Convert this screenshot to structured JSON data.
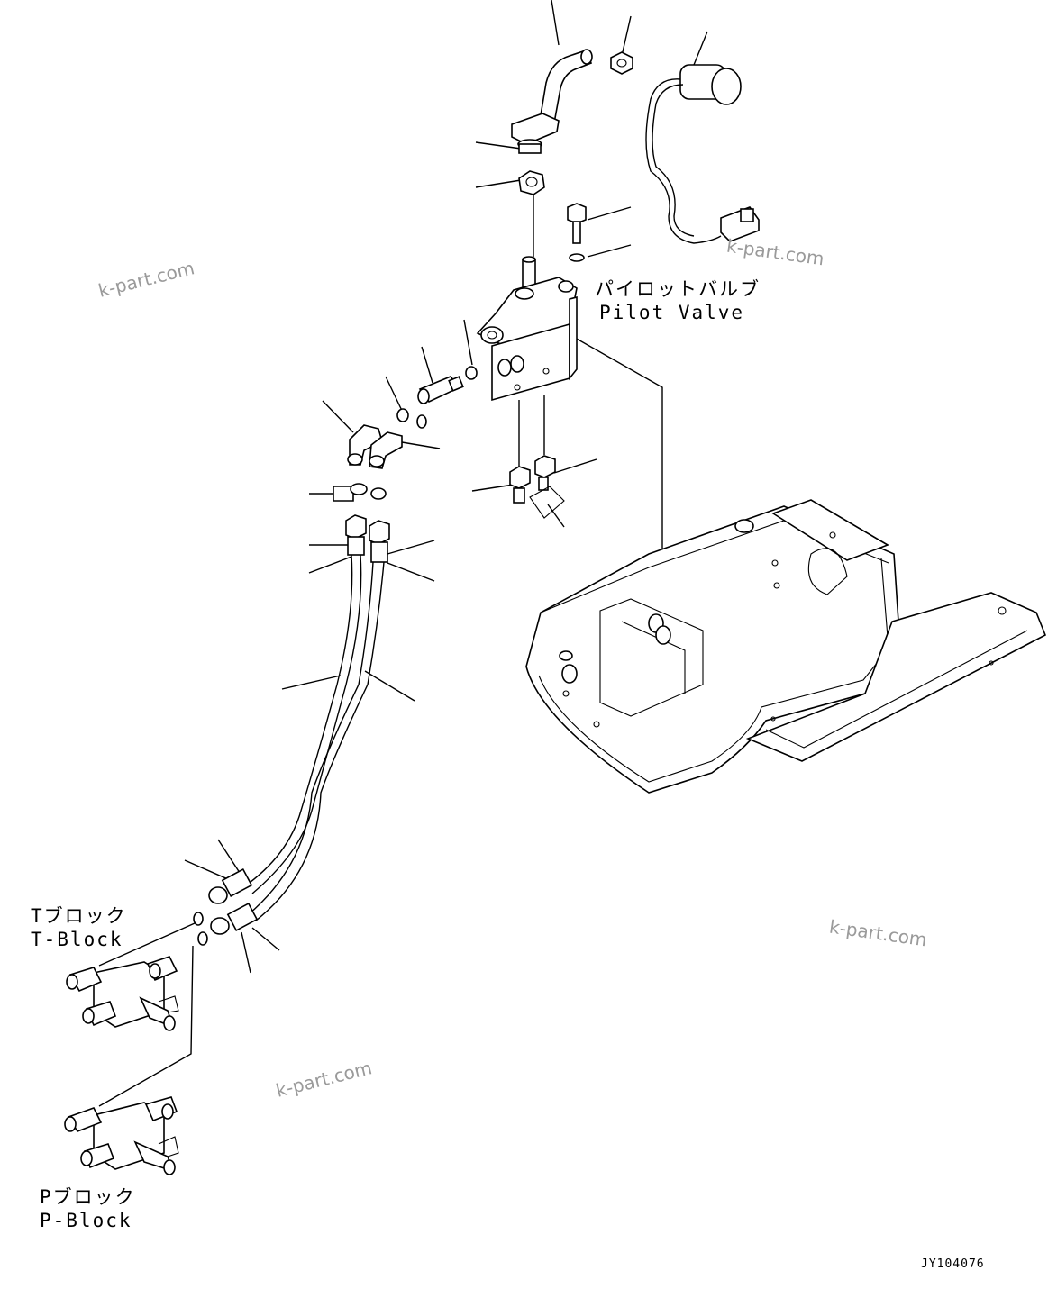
{
  "labels": {
    "pilot_valve_jp": "パイロットバルブ",
    "pilot_valve_en": "Pilot Valve",
    "t_block_jp": "Tブロック",
    "t_block_en": "T-Block",
    "p_block_jp": "Pブロック",
    "p_block_en": "P-Block"
  },
  "watermarks": [
    "k-part.com",
    "k-part.com",
    "k-part.com",
    "k-part.com"
  ],
  "drawing_code": "JY104076"
}
